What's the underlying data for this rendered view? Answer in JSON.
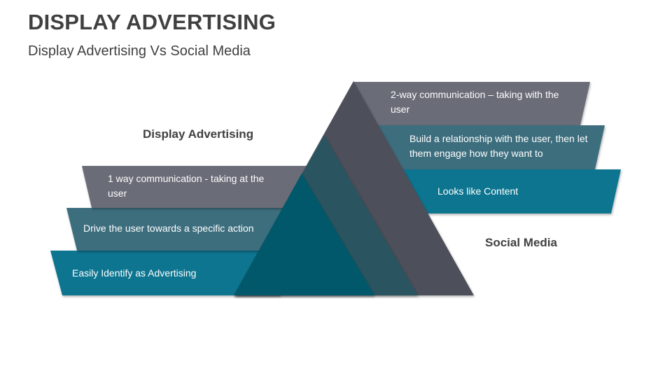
{
  "header": {
    "title": "DISPLAY ADVERTISING",
    "subtitle": "Display Advertising Vs Social Media"
  },
  "left": {
    "heading": "Display Advertising",
    "items": [
      {
        "text": "1 way communication - taking at the user",
        "color": "#6b6c78"
      },
      {
        "text": "Drive the user towards a specific action",
        "color": "#3c6e7e"
      },
      {
        "text": "Easily Identify as Advertising",
        "color": "#0d7590"
      }
    ]
  },
  "right": {
    "heading": "Social Media",
    "items": [
      {
        "text": "2-way communication – taking with the user",
        "color": "#6b6c78"
      },
      {
        "text": "Build a relationship with the user, then let them engage how they want to",
        "color": "#3c6e7e"
      },
      {
        "text": "Looks like Content",
        "color": "#0d7590"
      }
    ]
  },
  "pyramid": {
    "colors": {
      "back": "#4e4f5a",
      "middle": "#2b5561",
      "front": "#04596a"
    }
  }
}
